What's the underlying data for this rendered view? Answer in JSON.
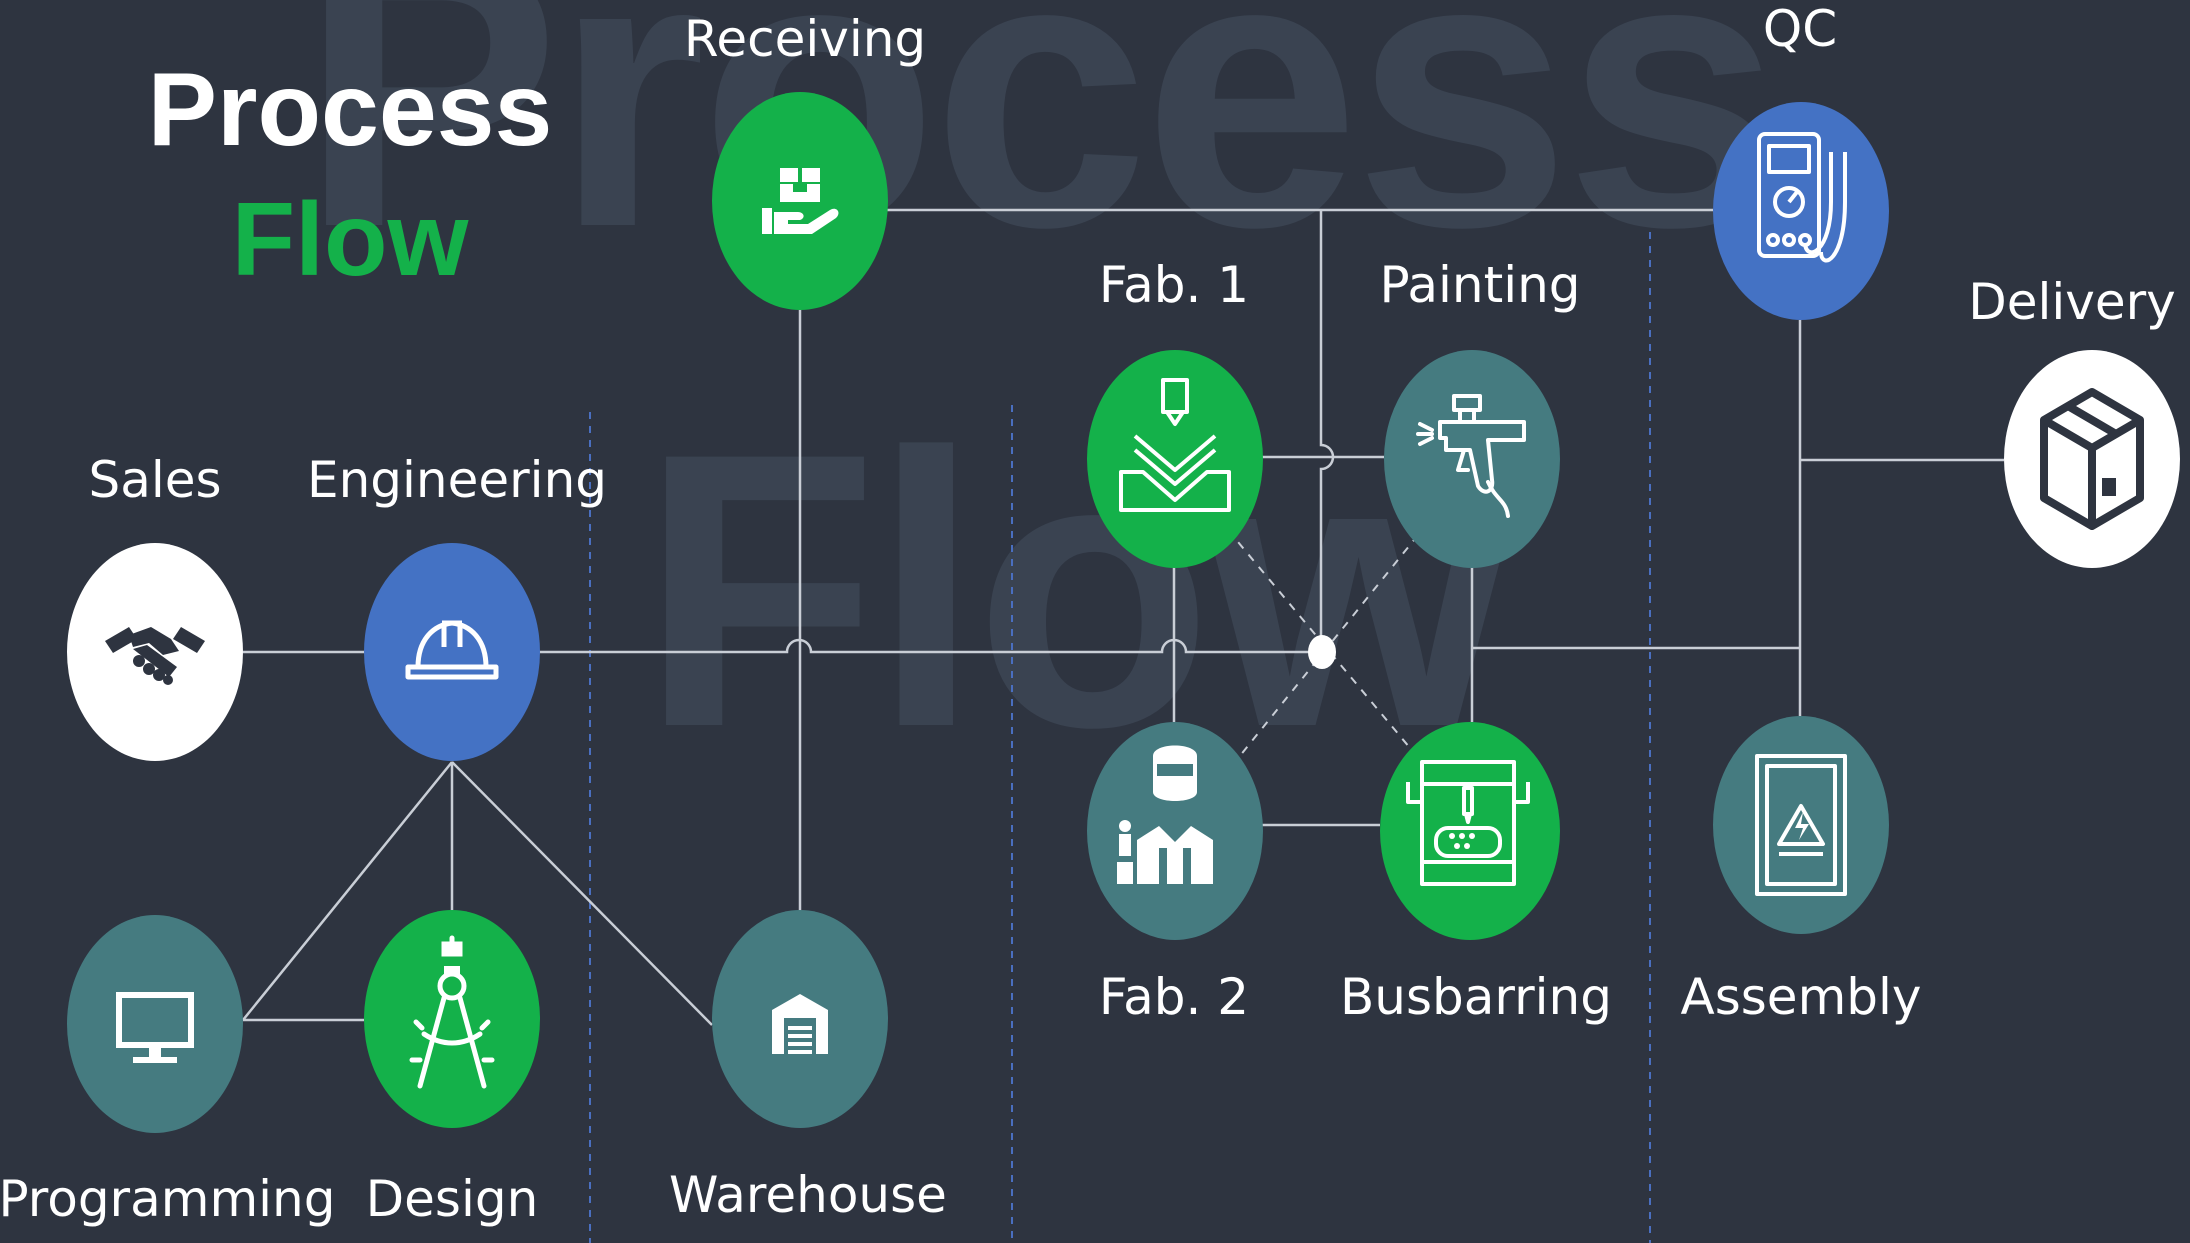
{
  "title": {
    "line1": "Process",
    "line2": "Flow"
  },
  "background_text": {
    "line1": "Process",
    "line2": "Flow"
  },
  "colors": {
    "background": "#2e3440",
    "green": "#14b14a",
    "blue": "#4472c4",
    "teal": "#457b80",
    "white": "#ffffff",
    "divider": "#4a6fc0"
  },
  "nodes": {
    "sales": {
      "label": "Sales",
      "icon": "handshake-icon",
      "color": "white"
    },
    "engineering": {
      "label": "Engineering",
      "icon": "hard-hat-icon",
      "color": "blue"
    },
    "programming": {
      "label": "Programming",
      "icon": "monitor-icon",
      "color": "teal"
    },
    "design": {
      "label": "Design",
      "icon": "compass-icon",
      "color": "green"
    },
    "receiving": {
      "label": "Receiving",
      "icon": "hand-holding-box-icon",
      "color": "green"
    },
    "warehouse": {
      "label": "Warehouse",
      "icon": "warehouse-icon",
      "color": "teal"
    },
    "fab1": {
      "label": "Fab. 1",
      "icon": "press-brake-icon",
      "color": "green"
    },
    "painting": {
      "label": "Painting",
      "icon": "spray-gun-icon",
      "color": "teal"
    },
    "fab2": {
      "label": "Fab. 2",
      "icon": "welder-icon",
      "color": "teal"
    },
    "busbarring": {
      "label": "Busbarring",
      "icon": "cnc-machine-icon",
      "color": "green"
    },
    "qc": {
      "label": "QC",
      "icon": "multimeter-icon",
      "color": "blue"
    },
    "delivery": {
      "label": "Delivery",
      "icon": "package-box-icon",
      "color": "white"
    },
    "assembly": {
      "label": "Assembly",
      "icon": "electrical-panel-icon",
      "color": "teal"
    }
  }
}
